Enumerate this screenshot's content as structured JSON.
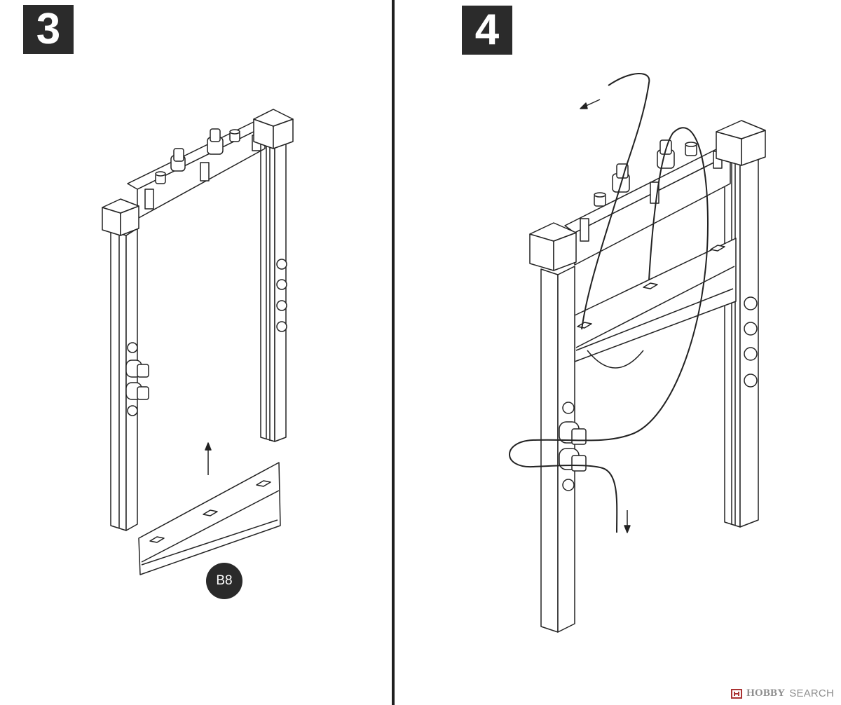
{
  "steps": [
    {
      "number": "3",
      "part_label": "B8"
    },
    {
      "number": "4"
    }
  ],
  "watermark": {
    "brand": "HOBBY",
    "site": "SEARCH",
    "logo_icon": "hobbysearch-logo-icon"
  },
  "colors": {
    "badge": "#2b2b2b",
    "line": "#222222",
    "watermark": "#8e8e8e"
  }
}
